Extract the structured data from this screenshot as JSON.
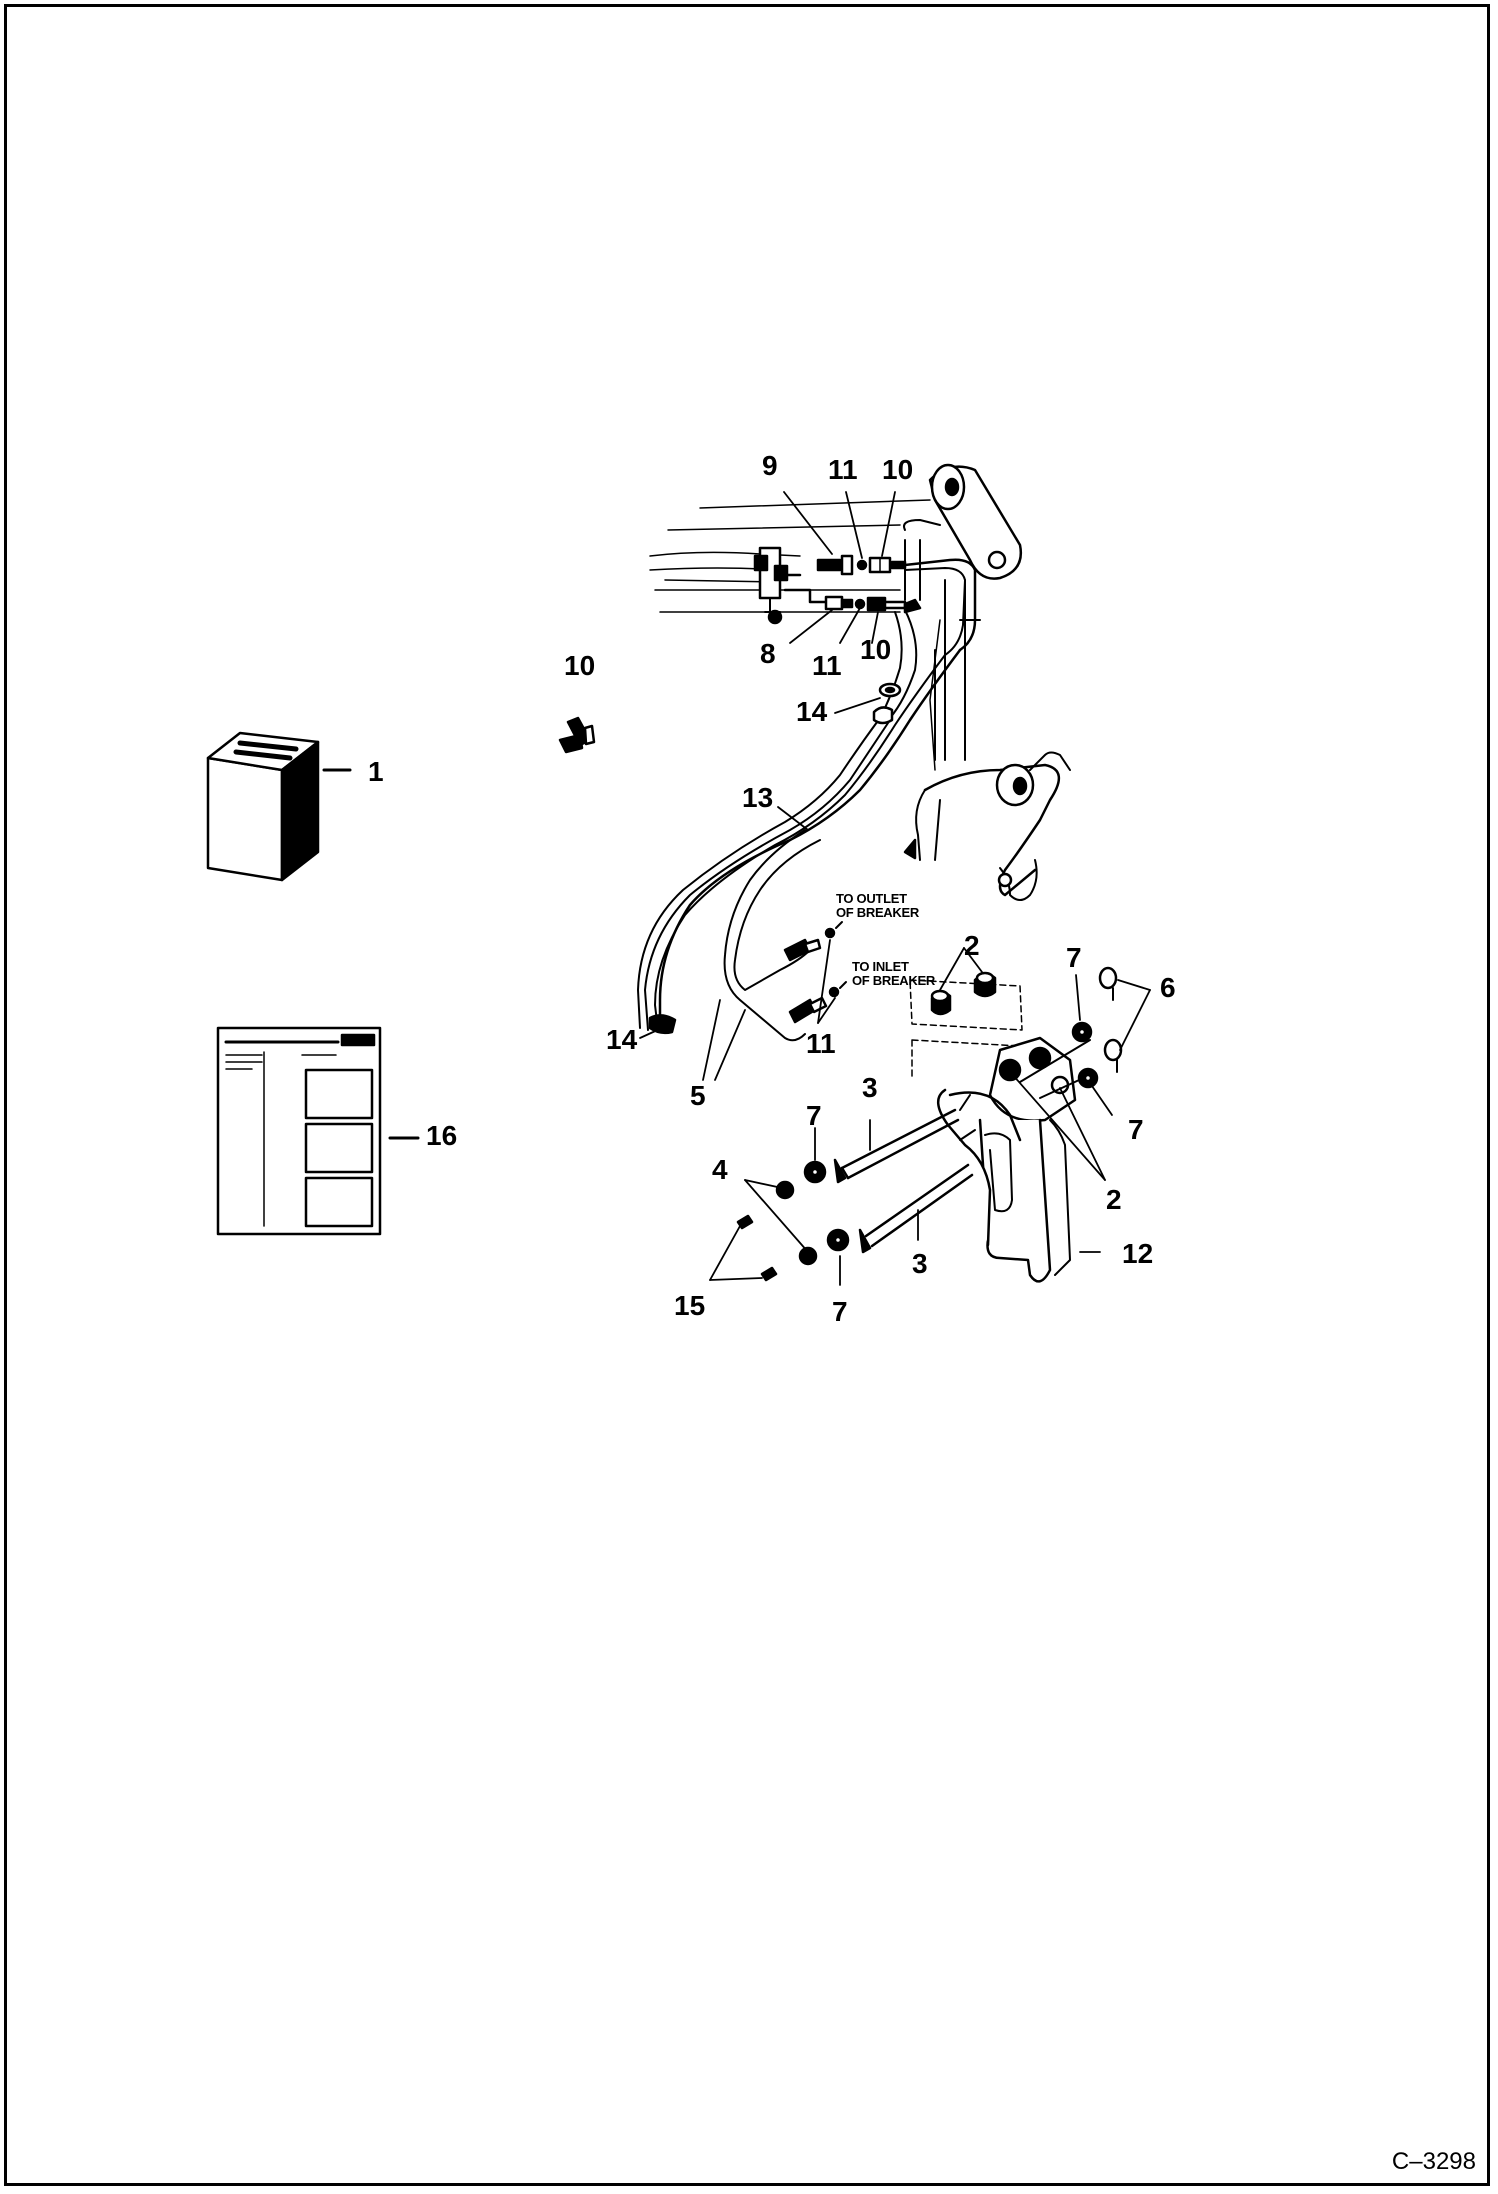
{
  "drawing_number": "C–3298",
  "notes": {
    "outlet_line1": "TO OUTLET",
    "outlet_line2": "OF BREAKER",
    "inlet_line1": "TO INLET",
    "inlet_line2": "OF BREAKER"
  },
  "callouts": {
    "c9": "9",
    "c11_top": "11",
    "c10_top": "10",
    "c8": "8",
    "c11_mid": "11",
    "c10_mid": "10",
    "c10_left": "10",
    "c14_top": "14",
    "c1": "1",
    "c13": "13",
    "c2_top": "2",
    "c7_top": "7",
    "c6": "6",
    "c14_bottom": "14",
    "c11_bottom": "11",
    "c5": "5",
    "c16": "16",
    "c3_top": "3",
    "c7_mid_right": "7",
    "c7_mid_left": "7",
    "c4": "4",
    "c2_bottom": "2",
    "c12": "12",
    "c3_bottom": "3",
    "c15": "15",
    "c7_bottom": "7"
  },
  "colors": {
    "ink": "#000000",
    "paper": "#ffffff",
    "shade": "#2a2a2a"
  }
}
